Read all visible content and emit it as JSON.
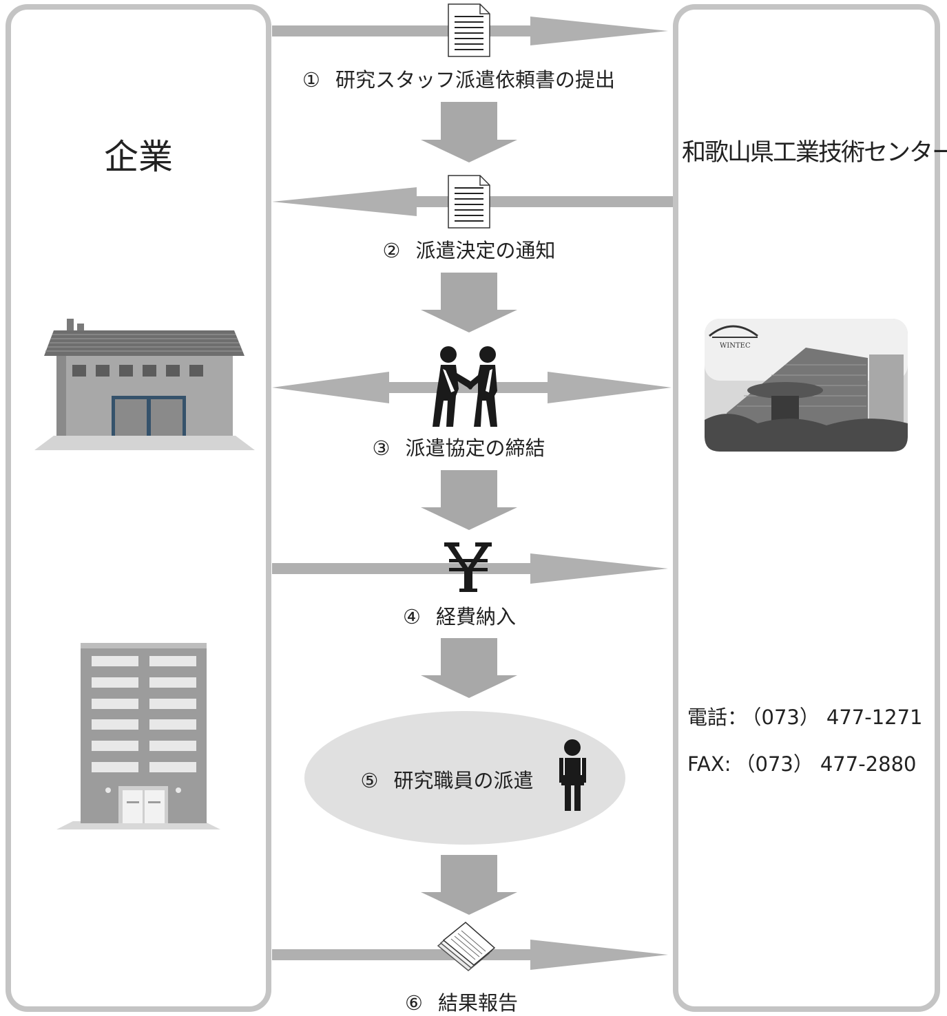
{
  "company": {
    "title": "企業"
  },
  "center": {
    "title": "和歌山県工業技術センター",
    "photo_caption": "WINTEC",
    "phone_label": "電話",
    "phone_sep": "：",
    "phone_area": "（073）",
    "phone_number": "477-1271",
    "fax_label": "FAX:",
    "fax_area": "（073）",
    "fax_number": "477-2880"
  },
  "steps": [
    {
      "num": "①",
      "label": "研究スタッフ派遣依頼書の提出",
      "direction": "to-center",
      "icon": "document-icon"
    },
    {
      "num": "②",
      "label": "派遣決定の通知",
      "direction": "to-company",
      "icon": "document-icon"
    },
    {
      "num": "③",
      "label": "派遣協定の締結",
      "direction": "both",
      "icon": "handshake-icon"
    },
    {
      "num": "④",
      "label": "経費納入",
      "direction": "to-center",
      "icon": "yen-icon"
    },
    {
      "num": "⑤",
      "label": "研究職員の派遣",
      "direction": "none",
      "icon": "person-icon"
    },
    {
      "num": "⑥",
      "label": "結果報告",
      "direction": "to-center",
      "icon": "report-icon"
    }
  ],
  "colors": {
    "panel_border": "#c4c4c4",
    "arrow": "#b0b0b0",
    "down_arrow": "#a8a8a8",
    "ellipse": "#e0e0e0",
    "icon": "#1a1a1a"
  }
}
